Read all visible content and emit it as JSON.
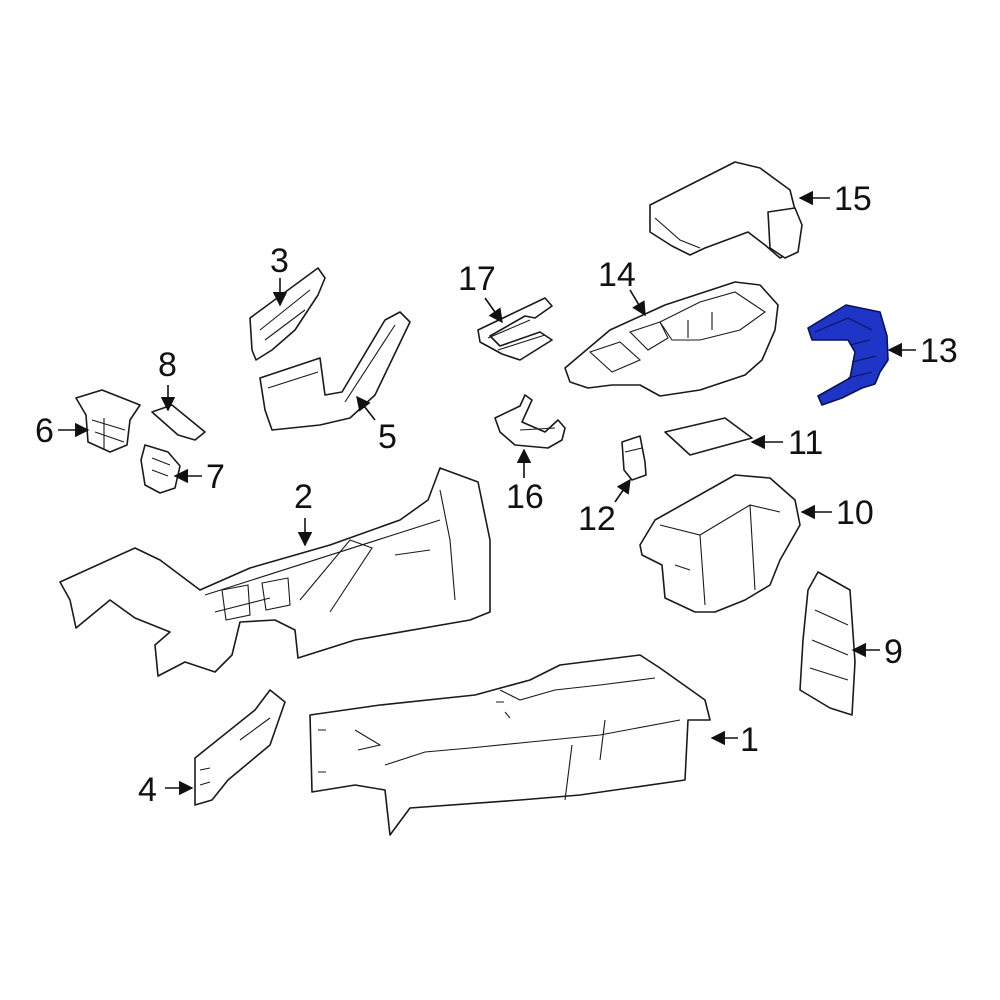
{
  "callouts": [
    {
      "id": "1",
      "label": "1"
    },
    {
      "id": "2",
      "label": "2"
    },
    {
      "id": "3",
      "label": "3"
    },
    {
      "id": "4",
      "label": "4"
    },
    {
      "id": "5",
      "label": "5"
    },
    {
      "id": "6",
      "label": "6"
    },
    {
      "id": "7",
      "label": "7"
    },
    {
      "id": "8",
      "label": "8"
    },
    {
      "id": "9",
      "label": "9"
    },
    {
      "id": "10",
      "label": "10"
    },
    {
      "id": "11",
      "label": "11"
    },
    {
      "id": "12",
      "label": "12"
    },
    {
      "id": "13",
      "label": "13"
    },
    {
      "id": "14",
      "label": "14"
    },
    {
      "id": "15",
      "label": "15"
    },
    {
      "id": "16",
      "label": "16"
    },
    {
      "id": "17",
      "label": "17"
    }
  ],
  "highlighted_part": "13",
  "colors": {
    "highlight": "#1f35c8",
    "line": "#1a1a1a",
    "background": "#ffffff"
  }
}
